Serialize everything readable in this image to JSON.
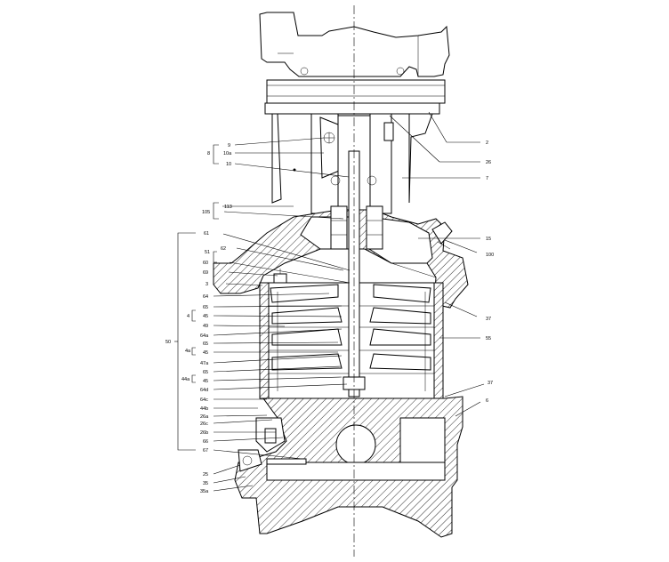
{
  "labels": {
    "l9": "9",
    "l10a": "10a",
    "l8": "8",
    "l10": "10",
    "l113": "113",
    "l105": "105",
    "l61": "61",
    "l51": "51",
    "l62": "62",
    "l60": "60",
    "l69": "69",
    "l3": "3",
    "l64": "64",
    "l65_1": "65",
    "l4": "4",
    "l45_1": "45",
    "l49": "49",
    "l64a": "64a",
    "l65_2": "65",
    "l50": "50",
    "l4a": "4a",
    "l45_2": "45",
    "l47a": "47a",
    "l65_3": "65",
    "l44a": "44a",
    "l45_3": "45",
    "l64d": "64d",
    "l64c": "64c",
    "l44b": "44b",
    "l26a": "26a",
    "l26c": "26c",
    "l26b": "26b",
    "l66": "66",
    "l67": "67",
    "l25": "25",
    "l35": "35",
    "l35a": "35a",
    "l2": "2",
    "l26": "26",
    "l7": "7",
    "l15": "15",
    "l100": "100",
    "l37_1": "37",
    "l55": "55",
    "l37_2": "37",
    "l6": "6"
  },
  "colors": {
    "line": "#000000",
    "background": "#ffffff"
  }
}
